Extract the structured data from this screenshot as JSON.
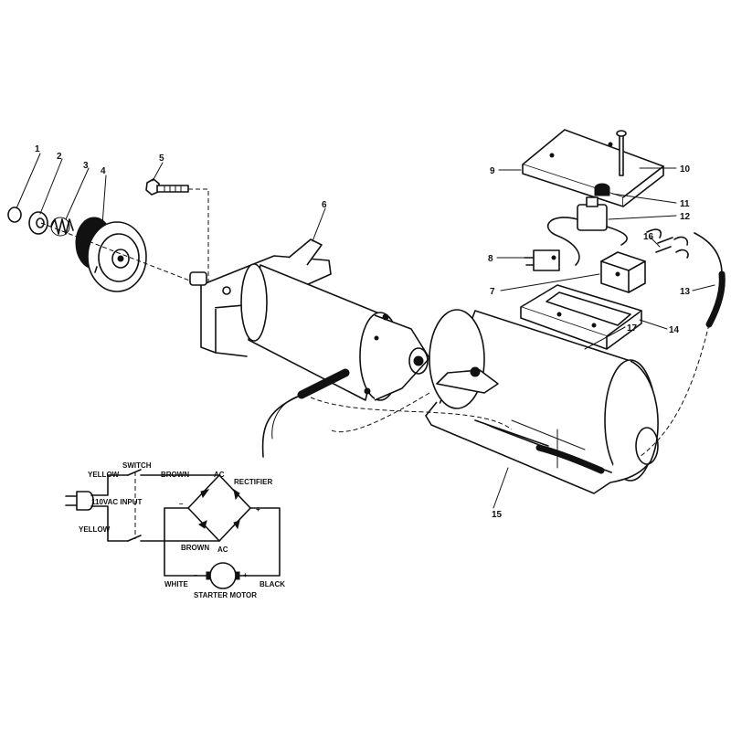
{
  "callouts": [
    "1",
    "2",
    "3",
    "4",
    "5",
    "6",
    "7",
    "8",
    "9",
    "10",
    "11",
    "12",
    "13",
    "14",
    "15",
    "16",
    "17"
  ],
  "schematic": {
    "switch": "SWITCH",
    "yellow_top": "YELLOW",
    "yellow_bottom": "YELLOW",
    "input": "110VAC INPUT",
    "brown_top": "BROWN",
    "brown_bottom": "BROWN",
    "ac_top": "AC",
    "ac_bottom": "AC",
    "rectifier": "RECTIFIER",
    "minus_rect": "–",
    "plus_rect": "+",
    "white": "WHITE",
    "black": "BLACK",
    "minus_motor": "–",
    "plus_motor": "+",
    "motor": "STARTER MOTOR"
  },
  "colors": {
    "ink": "#111111",
    "paper": "#ffffff"
  }
}
